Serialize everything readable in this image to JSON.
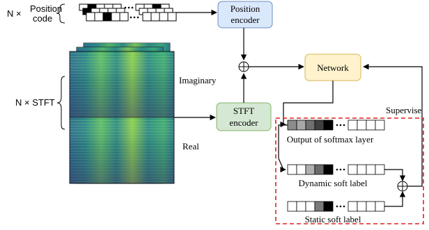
{
  "inputs": {
    "position_label_n": "N ×",
    "position_label_1": "Position",
    "position_label_2": "code",
    "stft_label": "N × STFT",
    "imaginary_label": "Imaginary",
    "real_label": "Real"
  },
  "blocks": {
    "position_encoder_1": "Position",
    "position_encoder_2": "encoder",
    "stft_encoder_1": "STFT",
    "stft_encoder_2": "encoder",
    "network": "Network"
  },
  "labels": {
    "supervise": "Supervise",
    "softmax_output": "Output of softmax layer",
    "dynamic_soft_label": "Dynamic soft label",
    "static_soft_label": "Static soft label"
  },
  "colors": {
    "position_encoder_fill": "#dae8fc",
    "position_encoder_stroke": "#6c8ebf",
    "stft_encoder_fill": "#d5e8d4",
    "stft_encoder_stroke": "#82b366",
    "network_fill": "#fff2cc",
    "network_stroke": "#d6b656",
    "dashed_box": "#e02020"
  }
}
